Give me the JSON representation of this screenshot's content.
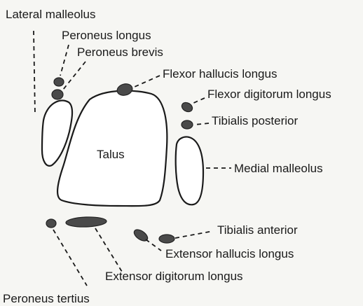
{
  "labels": {
    "lateral_malleolus": "Lateral malleolus",
    "peroneus_longus": "Peroneus longus",
    "peroneus_brevis": "Peroneus brevis",
    "flexor_hallucis_longus": "Flexor hallucis longus",
    "flexor_digitorum_longus": "Flexor digitorum longus",
    "tibialis_posterior": "Tibialis posterior",
    "talus": "Talus",
    "medial_malleolus": "Medial malleolus",
    "tibialis_anterior": "Tibialis anterior",
    "extensor_hallucis_longus": "Extensor hallucis longus",
    "extensor_digitorum_longus": "Extensor digitorum longus",
    "peroneus_tertius": "Peroneus tertius"
  }
}
